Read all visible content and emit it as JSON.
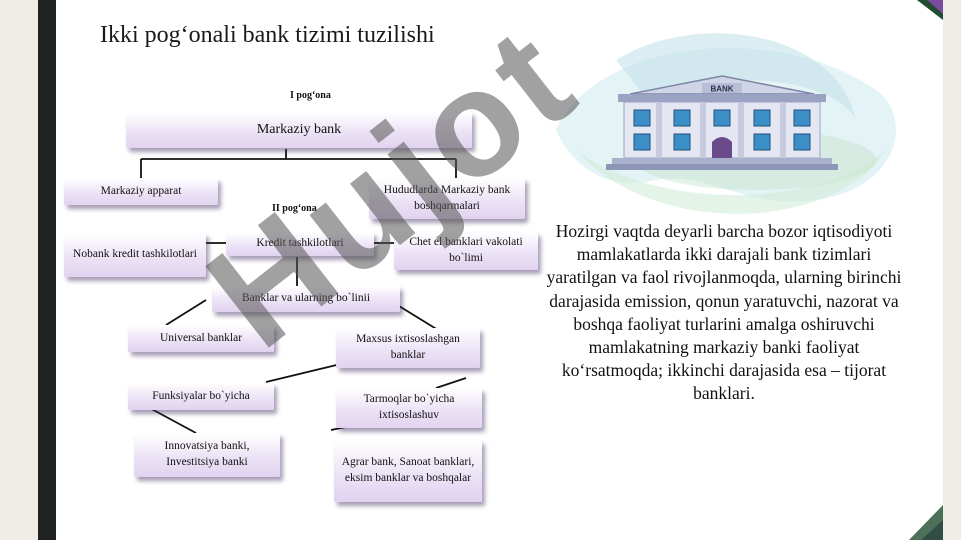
{
  "slide": {
    "title": "Ikki pog‘onali bank tizimi tuzilishi",
    "watermark": "Hujot",
    "body_text": "Hozirgi vaqtda deyarli barcha bozor iqtisodiyoti mamlakatlarda ikki darajali bank tizimlari yaratilgan va faol rivojlanmoqda, ularning birinchi darajasida emission, qonun yaratuvchi, nazorat va boshqa faoliyat turlarini amalga oshiruvchi mamlakatning markaziy banki faoliyat ko‘rsatmoqda; ikkinchi darajasida esa – tijorat banklari.",
    "bank_sign": "BANK"
  },
  "diagram": {
    "level1_label": "I pog‘ona",
    "level2_label": "II pog‘ona",
    "central_bank": "Markaziy bank",
    "central_apparatus": "Markaziy apparat",
    "regional_offices": "Hududlarda Markaziy bank boshqarmalari",
    "nonbank_credit": "Nobank kredit tashkilotlari",
    "credit_orgs": "Kredit tashkilotlari",
    "foreign_banks": "Chet el banklari vakolati bo`limi",
    "banks_division": "Banklar va ularning bo`linii",
    "universal_banks": "Universal banklar",
    "specialized_banks": "Maxsus ixtisoslashgan banklar",
    "by_function": "Funksiyalar bo`yicha",
    "by_sector": "Tarmoqlar bo`yicha ixtisoslashuv",
    "innovation_banks": "Innovatsiya banki, Investitsiya banki",
    "sector_banks": "Agrar bank, Sanoat banklari, eksim banklar va boshqalar"
  },
  "colors": {
    "box_fill": "#e6daf3",
    "left_bar": "#1f2321",
    "accent_green": "#1f4d2e",
    "accent_purple": "#7a4aa0"
  }
}
